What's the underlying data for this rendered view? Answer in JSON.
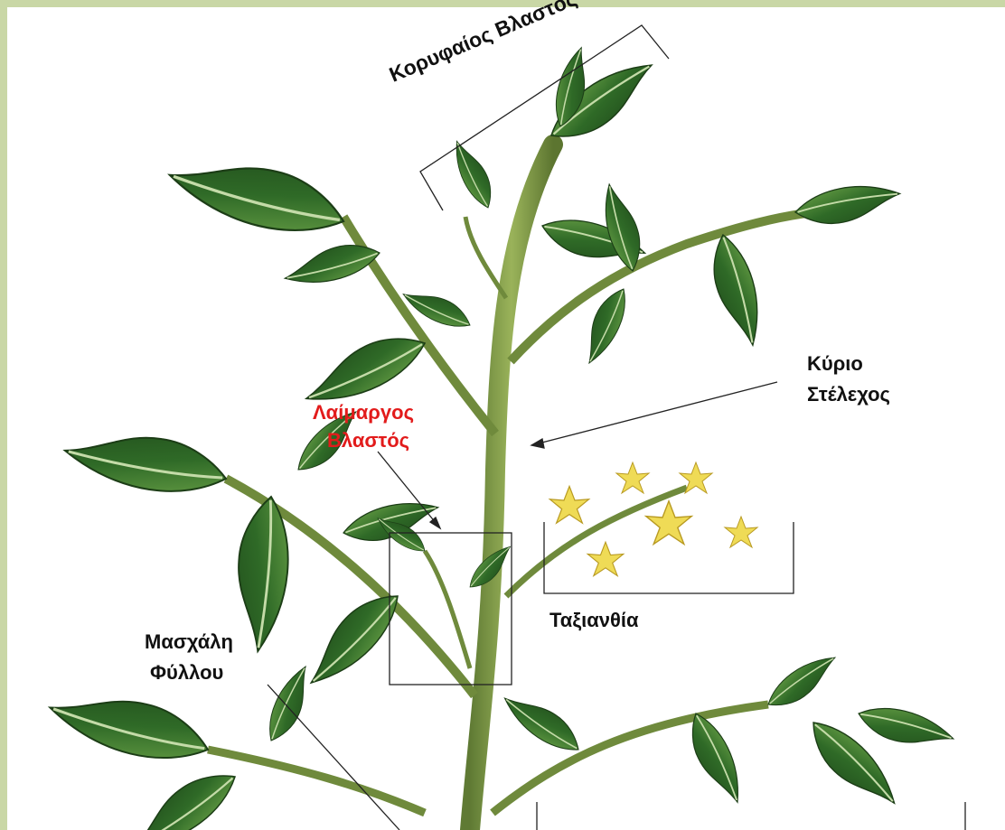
{
  "labels": {
    "apical_shoot": "Κορυφαίος Βλαστός",
    "main_stem_1": "Κύριο",
    "main_stem_2": "Στέλεχος",
    "sucker_1": "Λαίμαργος",
    "sucker_2": "Βλαστός",
    "inflorescence": "Ταξιανθία",
    "leaf_axil_1": "Μασχάλη",
    "leaf_axil_2": "Φύλλου"
  },
  "colors": {
    "frame": "#c9d7a6",
    "stem": "#7d9446",
    "leaf_dark": "#2c5d24",
    "leaf_mid": "#4f8a33",
    "leaf_light": "#a9c98a",
    "flower": "#e9d64a",
    "sucker_label": "#e21b1b"
  }
}
